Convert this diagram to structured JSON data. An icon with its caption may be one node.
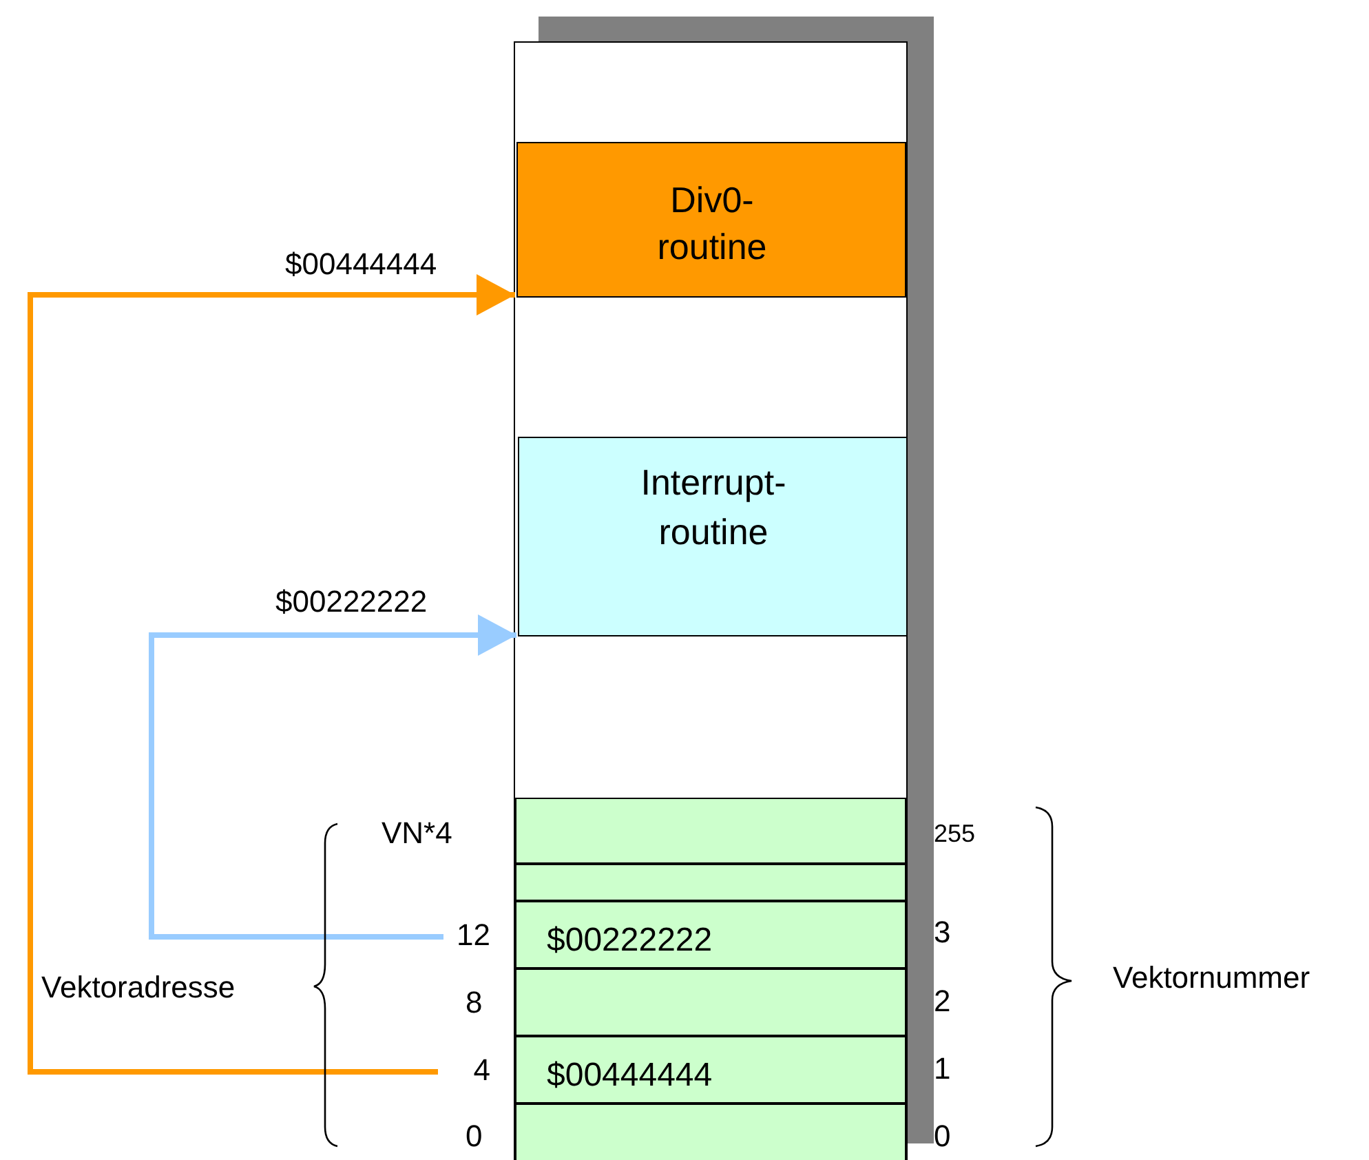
{
  "diagram": {
    "nodes": [
      {
        "text": [],
        "shape": "box"
      },
      {
        "text": [
          "Div0- routine"
        ],
        "in": 0
      },
      {
        "text": [
          "Interrupt- routine"
        ],
        "in": 0
      },
      {
        "text": [],
        "shape": "box",
        "in": 0
      },
      {
        "text": [],
        "shape": "box",
        "in": 0
      },
      {
        "text": [
          "$00222222"
        ],
        "in": 0
      },
      {
        "text": [],
        "shape": "box",
        "in": 0
      },
      {
        "text": [
          "$00444444"
        ],
        "in": 0
      },
      {
        "text": [],
        "shape": "box",
        "in": 0
      },
      {
        "text": [
          "12"
        ]
      },
      {
        "text": [
          "4"
        ]
      }
    ],
    "edges": [
      {
        "from": 10,
        "to": 1,
        "arrow": "to",
        "label": "$00444444",
        "color": "#ff9900"
      },
      {
        "from": 9,
        "to": 2,
        "arrow": "to",
        "label": "$00222222",
        "color": "#99ccff"
      }
    ],
    "labels": [
      "VN*4",
      "255",
      "3",
      "Vektoradresse",
      "8",
      "2",
      "Vektornummer",
      "1",
      "0",
      "0"
    ]
  }
}
